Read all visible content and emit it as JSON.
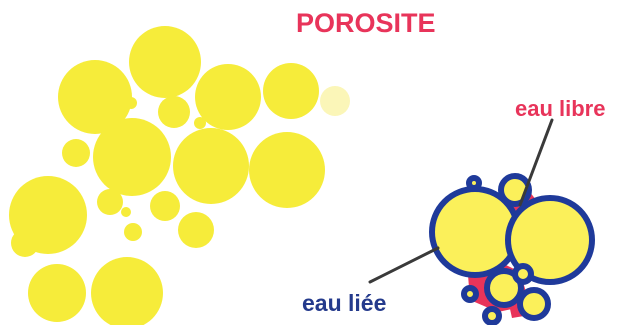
{
  "title": "POROSITE",
  "labels": {
    "free_water": "eau libre",
    "bound_water": "eau liée"
  },
  "colors": {
    "grain_yellow": "#f6ec3a",
    "grain_fill_inset": "#fbf05a",
    "water_film_blue": "#1f3a9a",
    "free_water_red": "#e8345a",
    "bound_label_blue": "#243a8c",
    "leader_line": "#3a3a3a"
  }
}
